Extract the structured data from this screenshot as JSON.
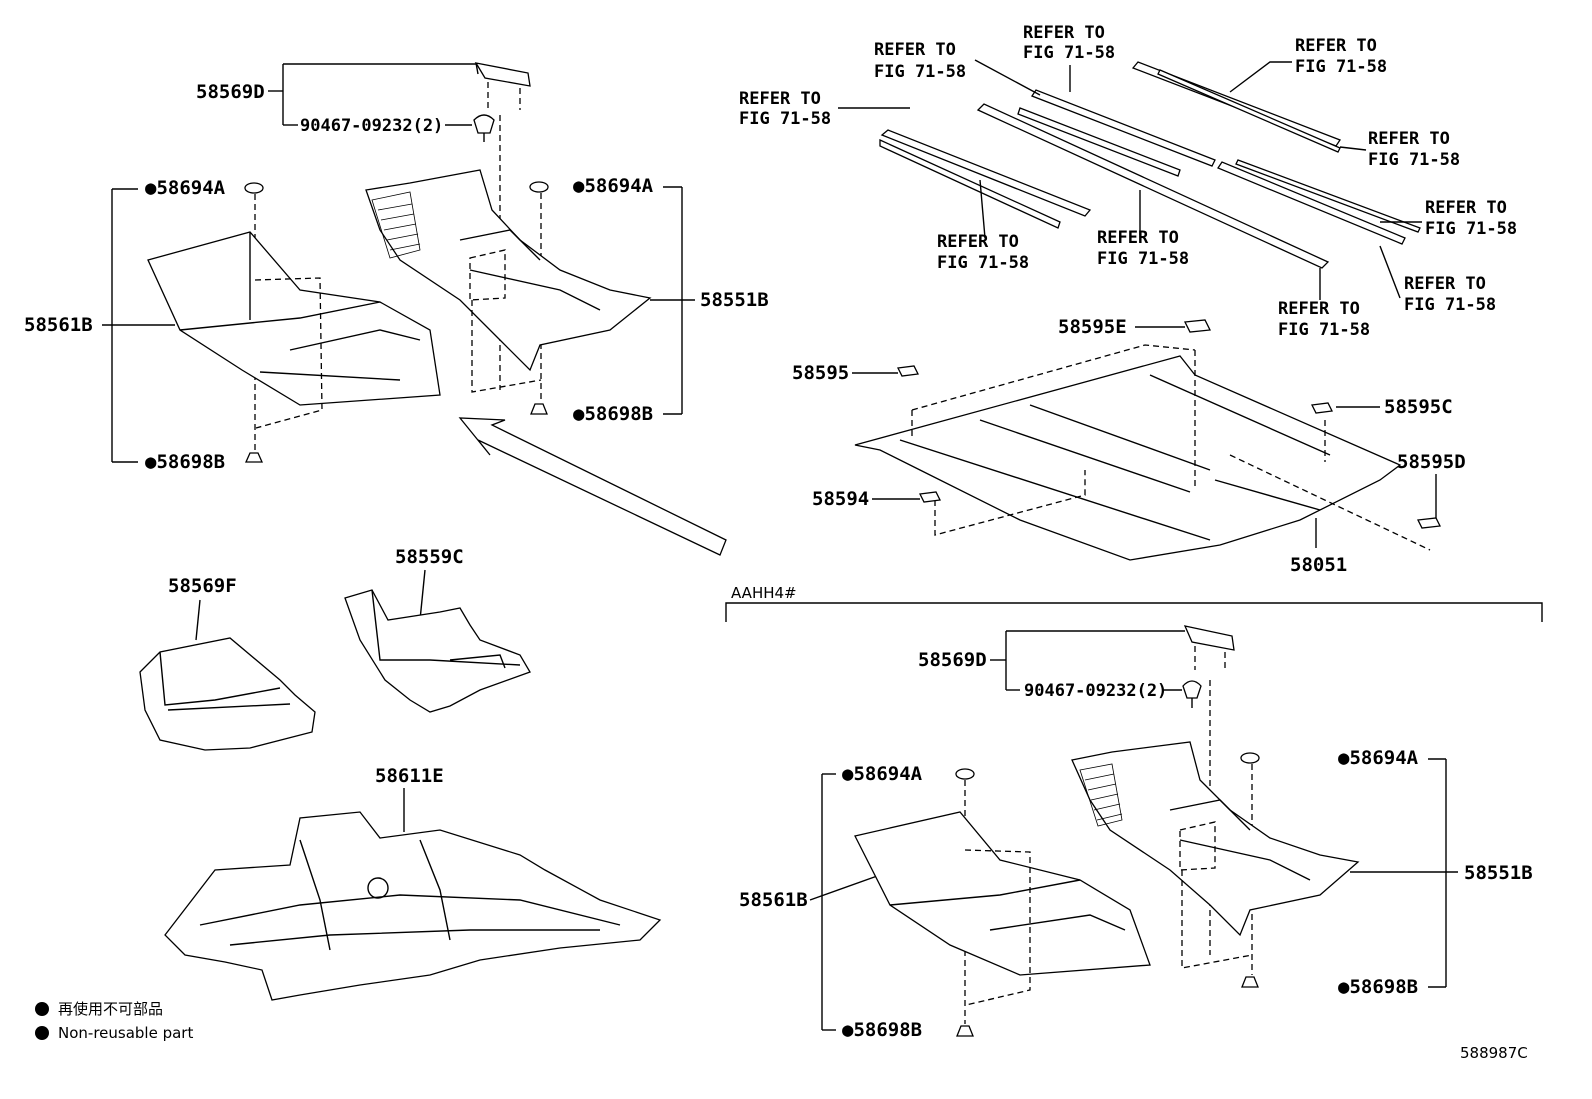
{
  "labels": {
    "p58569D_top": "58569D",
    "p90467_top": "90467-09232(2)",
    "p58694A_tl": "●58694A",
    "p58694A_tr": "●58694A",
    "p58561B_top": "58561B",
    "p58551B_top": "58551B",
    "p58698B_tl": "●58698B",
    "p58698B_tr": "●58698B",
    "p58569F": "58569F",
    "p58559C": "58559C",
    "p58611E": "58611E",
    "p58595E": "58595E",
    "p58595": "58595",
    "p58595C": "58595C",
    "p58595D": "58595D",
    "p58594": "58594",
    "p58051": "58051",
    "variant": "AAHH4#",
    "p58569D_bot": "58569D",
    "p90467_bot": "90467-09232(2)",
    "p58694A_bl": "●58694A",
    "p58694A_br": "●58694A",
    "p58561B_bot": "58561B",
    "p58551B_bot": "58551B",
    "p58698B_bl": "●58698B",
    "p58698B_br": "●58698B"
  },
  "refer_label": "REFER TO",
  "fig_label": "FIG 71-58",
  "legend": {
    "jp": "再使用不可部品",
    "en": "Non-reusable part"
  },
  "diagram_id": "588987C"
}
